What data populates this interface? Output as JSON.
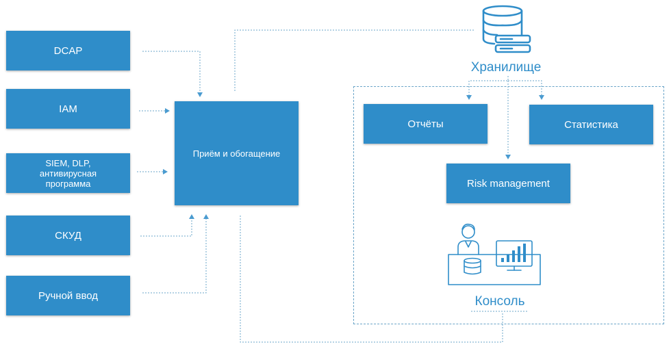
{
  "sources": {
    "dcap": "DCAP",
    "iam": "IAM",
    "siem": "SIEM, DLP,\nантивирусная\nпрограмма",
    "skud": "СКУД",
    "manual": "Ручной ввод"
  },
  "ingest": {
    "label": "Приём и обогащение"
  },
  "storage": {
    "label": "Хранилище"
  },
  "reports": {
    "label": "Отчёты"
  },
  "statistics": {
    "label": "Статистика"
  },
  "risk": {
    "label": "Risk management"
  },
  "console": {
    "label": "Консоль"
  },
  "colors": {
    "box": "#2f8dc9",
    "line": "#6aa4c8"
  },
  "icons": {
    "storage": "database-icon",
    "console": "operator-console-icon"
  }
}
